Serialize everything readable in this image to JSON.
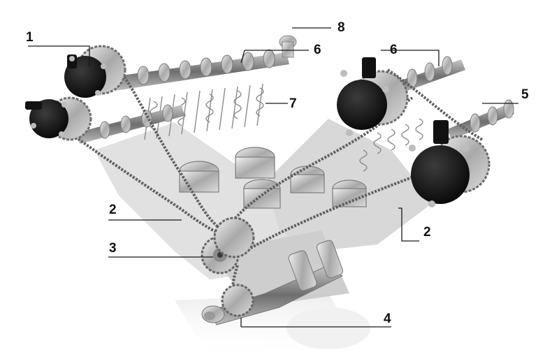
{
  "figure": {
    "subject": "V-engine timing drive cutaway illustration",
    "callouts": [
      {
        "number": "1"
      },
      {
        "number": "8"
      },
      {
        "number": "6"
      },
      {
        "number": "6"
      },
      {
        "number": "7"
      },
      {
        "number": "5"
      },
      {
        "number": "2"
      },
      {
        "number": "2"
      },
      {
        "number": "3"
      },
      {
        "number": "4"
      }
    ]
  }
}
